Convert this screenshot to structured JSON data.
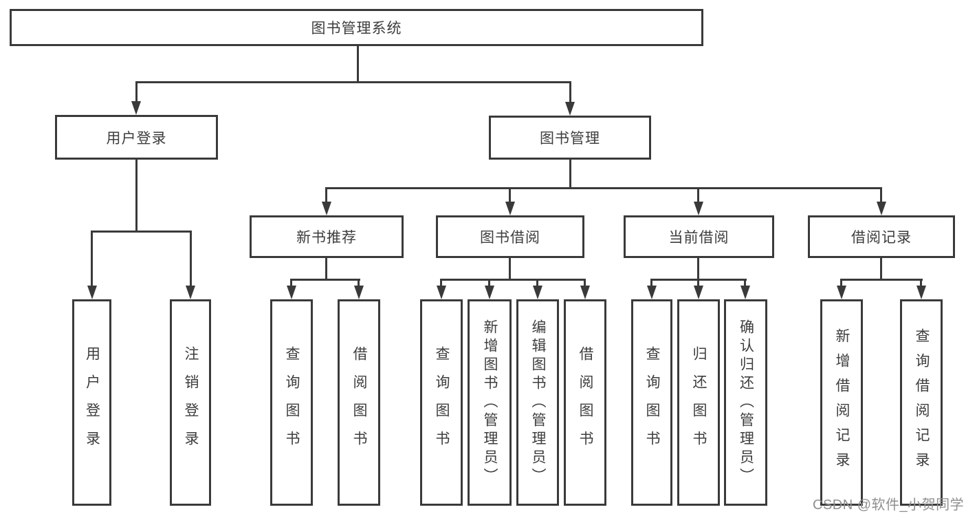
{
  "colors": {
    "line": "#3a3a3a",
    "text": "#3d3d3d",
    "watermark": "#8f8f8f",
    "background": "#ffffff"
  },
  "watermark": {
    "text": "CSDN @软件_小贺同学"
  },
  "nodes": {
    "root": {
      "label": "图书管理系统"
    },
    "user_login": {
      "label": "用户登录"
    },
    "book_mgmt": {
      "label": "图书管理"
    },
    "new_book_rec": {
      "label": "新书推荐"
    },
    "book_borrow": {
      "label": "图书借阅"
    },
    "current_borrow": {
      "label": "当前借阅"
    },
    "borrow_record": {
      "label": "借阅记录"
    },
    "leaf_user_login": {
      "label": "用户登录"
    },
    "leaf_logout": {
      "label": "注销登录"
    },
    "leaf_query_book_1": {
      "label": "查询图书"
    },
    "leaf_borrow_book_1": {
      "label": "借阅图书"
    },
    "leaf_query_book_2": {
      "label": "查询图书"
    },
    "leaf_add_book": {
      "label": "新增图书（管理员）"
    },
    "leaf_edit_book": {
      "label": "编辑图书（管理员）"
    },
    "leaf_borrow_book_2": {
      "label": "借阅图书"
    },
    "leaf_query_book_3": {
      "label": "查询图书"
    },
    "leaf_return_book": {
      "label": "归还图书"
    },
    "leaf_confirm_return": {
      "label": "确认归还（管理员）"
    },
    "leaf_add_borrow_record": {
      "label": "新增借阅记录"
    },
    "leaf_query_borrow_record": {
      "label": "查询借阅记录"
    }
  }
}
